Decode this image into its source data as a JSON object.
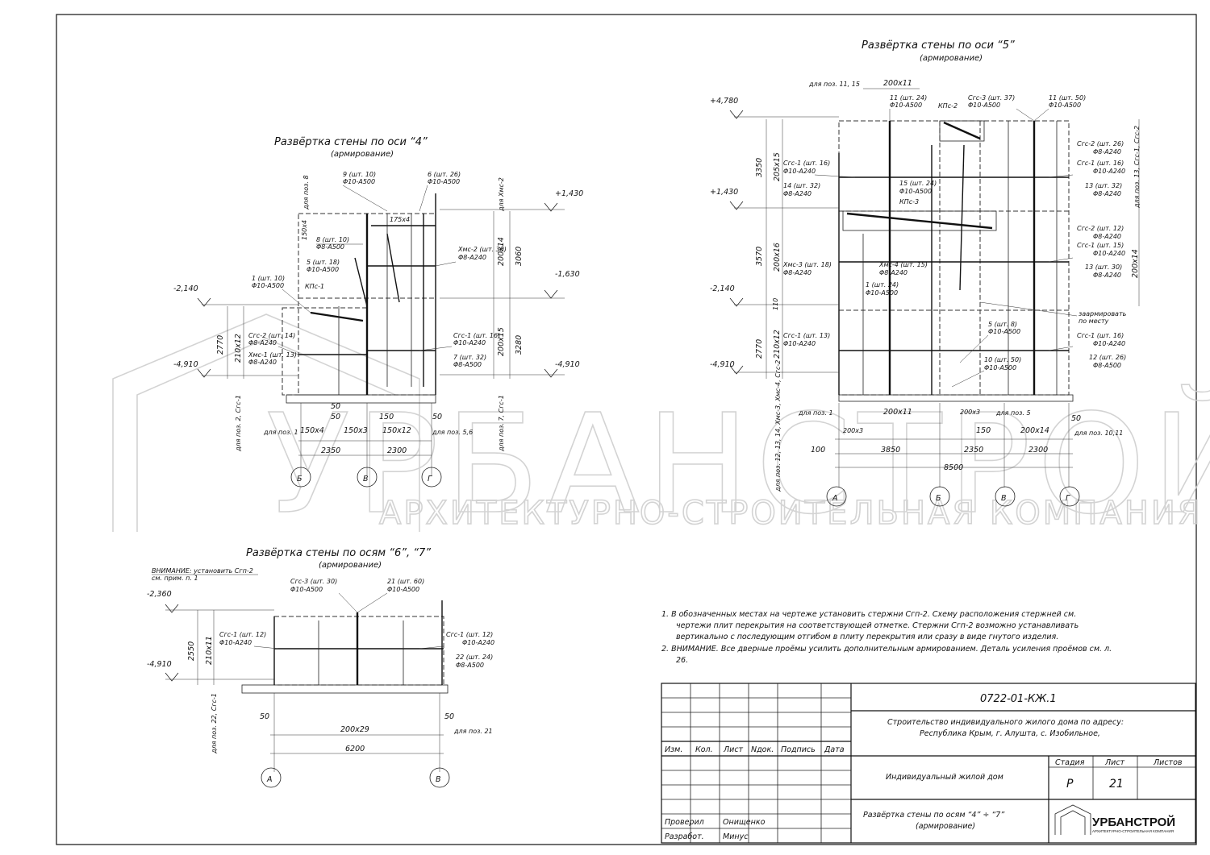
{
  "watermark": {
    "brand": "УРБАНСТРОЙ",
    "tagline": "АРХИТЕКТУРНО-СТРОИТЕЛЬНАЯ КОМПАНИЯ"
  },
  "view4": {
    "title": "Развёртка стены по оси “4”",
    "subtitle": "(армирование)",
    "levels": [
      "+1,430",
      "-1,630",
      "-2,140",
      "-4,910"
    ],
    "heights": [
      "3060",
      "3280",
      "2770",
      "200x14",
      "200x15",
      "210x12",
      "150x4"
    ],
    "callouts": [
      "9 (шт. 10)",
      "Φ10-A500",
      "6 (шт. 26)",
      "Φ10-A500",
      "175x4",
      "8 (шт. 10)",
      "Φ8-A500",
      "Хмс-2 (шт. 30)",
      "Φ8-A240",
      "5 (шт. 18)",
      "Φ10-A500",
      "1 (шт. 10)",
      "Φ10-A500",
      "КПс-1",
      "Сгс-2 (шт. 14)",
      "Φ8-A240",
      "Хмс-1 (шт. 13)",
      "Φ8-A240",
      "Сгс-1 (шт. 16)",
      "Φ10-A240",
      "7 (шт. 32)",
      "Φ8-A500"
    ],
    "side_notes": [
      "для поз. 8",
      "для Хмс-2",
      "для поз. 2, Сгс-1",
      "для поз. 7, Сгс-1",
      "для поз. 1",
      "для поз. 5,6"
    ],
    "dims_bottom": [
      "50",
      "50",
      "150",
      "50",
      "150x4",
      "150x3",
      "150x12",
      "2350",
      "2300"
    ],
    "axes": [
      "Б",
      "В",
      "Г"
    ]
  },
  "view5": {
    "title": "Развёртка стены по оси “5”",
    "subtitle": "(армирование)",
    "levels": [
      "+4,780",
      "+1,430",
      "-2,140",
      "-4,910"
    ],
    "heights": [
      "3350",
      "3570",
      "2770",
      "205x15",
      "200x16",
      "210x12",
      "200x14",
      "110"
    ],
    "top_notes": [
      "для поз. 11, 15",
      "200x11",
      "11 (шт. 24)",
      "Φ10-A500",
      "КПс-2",
      "Сгс-3 (шт. 37)",
      "Φ10-A500",
      "11 (шт. 50)",
      "Φ10-A500"
    ],
    "callouts": [
      "Сгс-1 (шт. 16)",
      "Φ10-A240",
      "14 (шт. 32)",
      "Φ8-A240",
      "15 (шт. 24)",
      "Φ10-A500",
      "КПс-3",
      "Сгс-2 (шт. 26)",
      "Φ8-A240",
      "Сгс-1 (шт. 16)",
      "Φ10-A240",
      "13 (шт. 32)",
      "Φ8-A240",
      "Хмс-3 (шт. 18)",
      "Φ8-A240",
      "Хмс-4 (шт. 15)",
      "Φ8-A240",
      "1 (шт. 24)",
      "Φ10-A500",
      "Сгс-2 (шт. 12)",
      "Φ8-A240",
      "Сгс-1 (шт. 15)",
      "Φ10-A240",
      "13 (шт. 30)",
      "Φ8-A240",
      "заармировать",
      "по месту",
      "5 (шт. 8)",
      "Φ10-A500",
      "Сгс-1 (шт. 13)",
      "Φ10-A240",
      "10 (шт. 50)",
      "Φ10-A500",
      "Сгс-1 (шт. 16)",
      "Φ10-A240",
      "12 (шт. 26)",
      "Φ8-A500"
    ],
    "side_notes": [
      "для поз. 13, Сгс-1, Сгс-2",
      "для поз. 12, 13, 14, Хмс-3, Хмс-4, Сгс-2",
      "для поз. 1",
      "для поз. 5",
      "для поз. 10,11"
    ],
    "dims_bottom": [
      "200x11",
      "200x3",
      "200x3",
      "200x14",
      "100",
      "3850",
      "2350",
      "2300",
      "8500",
      "50",
      "150"
    ],
    "axes": [
      "А",
      "Б",
      "В",
      "Г"
    ]
  },
  "view67": {
    "title": "Развёртка стены по осям “6”, “7”",
    "subtitle": "(армирование)",
    "warning": "ВНИМАНИЕ: установить Сгп-2",
    "warning2": "см. прим. п. 1",
    "levels": [
      "-2,360",
      "-4,910"
    ],
    "heights": [
      "2550",
      "210x11"
    ],
    "callouts": [
      "Сгс-3 (шт. 30)",
      "Φ10-A500",
      "21 (шт. 60)",
      "Φ10-A500",
      "Сгс-1 (шт. 12)",
      "Φ10-A240",
      "Сгс-1 (шт. 12)",
      "Φ10-A240",
      "22 (шт. 24)",
      "Φ8-A500"
    ],
    "side_notes": [
      "для поз. 22, Сгс-1",
      "для поз. 21"
    ],
    "dims_bottom": [
      "50",
      "50",
      "200x29",
      "6200"
    ],
    "axes": [
      "А",
      "В"
    ]
  },
  "notes": [
    "1.  В обозначенных местах на чертеже установить стержни Сгп-2. Схему расположения стержней см.",
    "чертежи плит перекрытия на соответствующей отметке. Стержни Сгп-2 возможно устанавливать",
    "вертикально с последующим отгибом в плиту перекрытия или сразу в виде гнутого изделия.",
    "2.  ВНИМАНИЕ. Все дверные проёмы усилить дополнительным армированием. Деталь усиления проёмов см. л.",
    "26."
  ],
  "title_block": {
    "code": "0722-01-КЖ.1",
    "project_line1": "Строительство индивидуального жилого дома по адресу:",
    "project_line2": "Республика Крым, г. Алушта, с. Изобильное,",
    "object": "Индивидуальный жилой дом",
    "sheet_title1": "Развёртка стены по осям “4” ÷ “7”",
    "sheet_title2": "(армирование)",
    "col_headers": [
      "Изм.",
      "Кол.",
      "Лист",
      "Nдок.",
      "Подпись",
      "Дата"
    ],
    "stage_label": "Стадия",
    "sheet_label": "Лист",
    "sheets_label": "Листов",
    "stage": "Р",
    "sheet": "21",
    "sheets": "",
    "checked_label": "Проверил",
    "checked_name": "Онищенко",
    "developed_label": "Разработ.",
    "developed_name": "Минус",
    "logo_text": "УРБАНСТРОЙ",
    "logo_sub": "АРХИТЕКТУРНО-СТРОИТЕЛЬНАЯ КОМПАНИЯ"
  }
}
